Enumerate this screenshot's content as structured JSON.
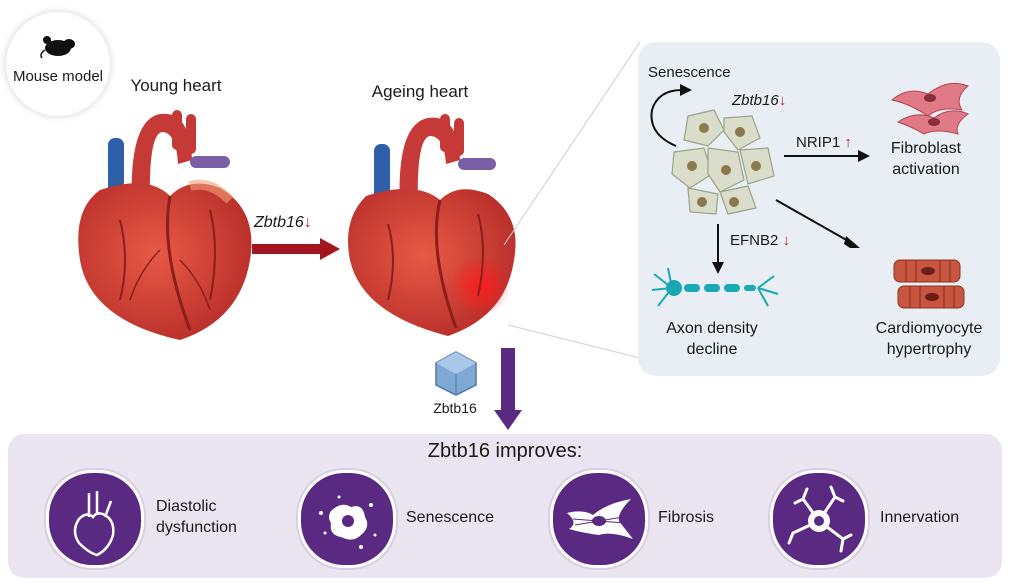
{
  "mouse_model": {
    "label": "Mouse model"
  },
  "young_heart": {
    "label": "Young heart"
  },
  "ageing_heart": {
    "label": "Ageing heart"
  },
  "gene_arrow": {
    "gene": "Zbtb16",
    "direction": "↓"
  },
  "protein": {
    "label": "Zbtb16"
  },
  "detail": {
    "senescence": "Senescence",
    "gene": "Zbtb16",
    "gene_direction": "↓",
    "nrip1": "NRIP1",
    "nrip1_direction": "↑",
    "efnb2": "EFNB2",
    "efnb2_direction": "↓",
    "fibroblast": "Fibroblast activation",
    "axon": "Axon density decline",
    "cardiomyocyte": "Cardiomyocyte hypertrophy"
  },
  "improves": {
    "title": "Zbtb16 improves:",
    "items": [
      {
        "label": "Diastolic dysfunction",
        "icon": "heart-outline-icon"
      },
      {
        "label": "Senescence",
        "icon": "senescent-cell-icon"
      },
      {
        "label": "Fibrosis",
        "icon": "fibroblast-icon"
      },
      {
        "label": "Innervation",
        "icon": "neuron-icon"
      }
    ]
  },
  "colors": {
    "heart_red": "#d9463c",
    "arrow_red": "#a4161f",
    "arrow_purple": "#5a2a82",
    "panel_blue": "#e8eef4",
    "panel_purple": "#ebe5f1",
    "badge_purple": "#5a2a82"
  }
}
